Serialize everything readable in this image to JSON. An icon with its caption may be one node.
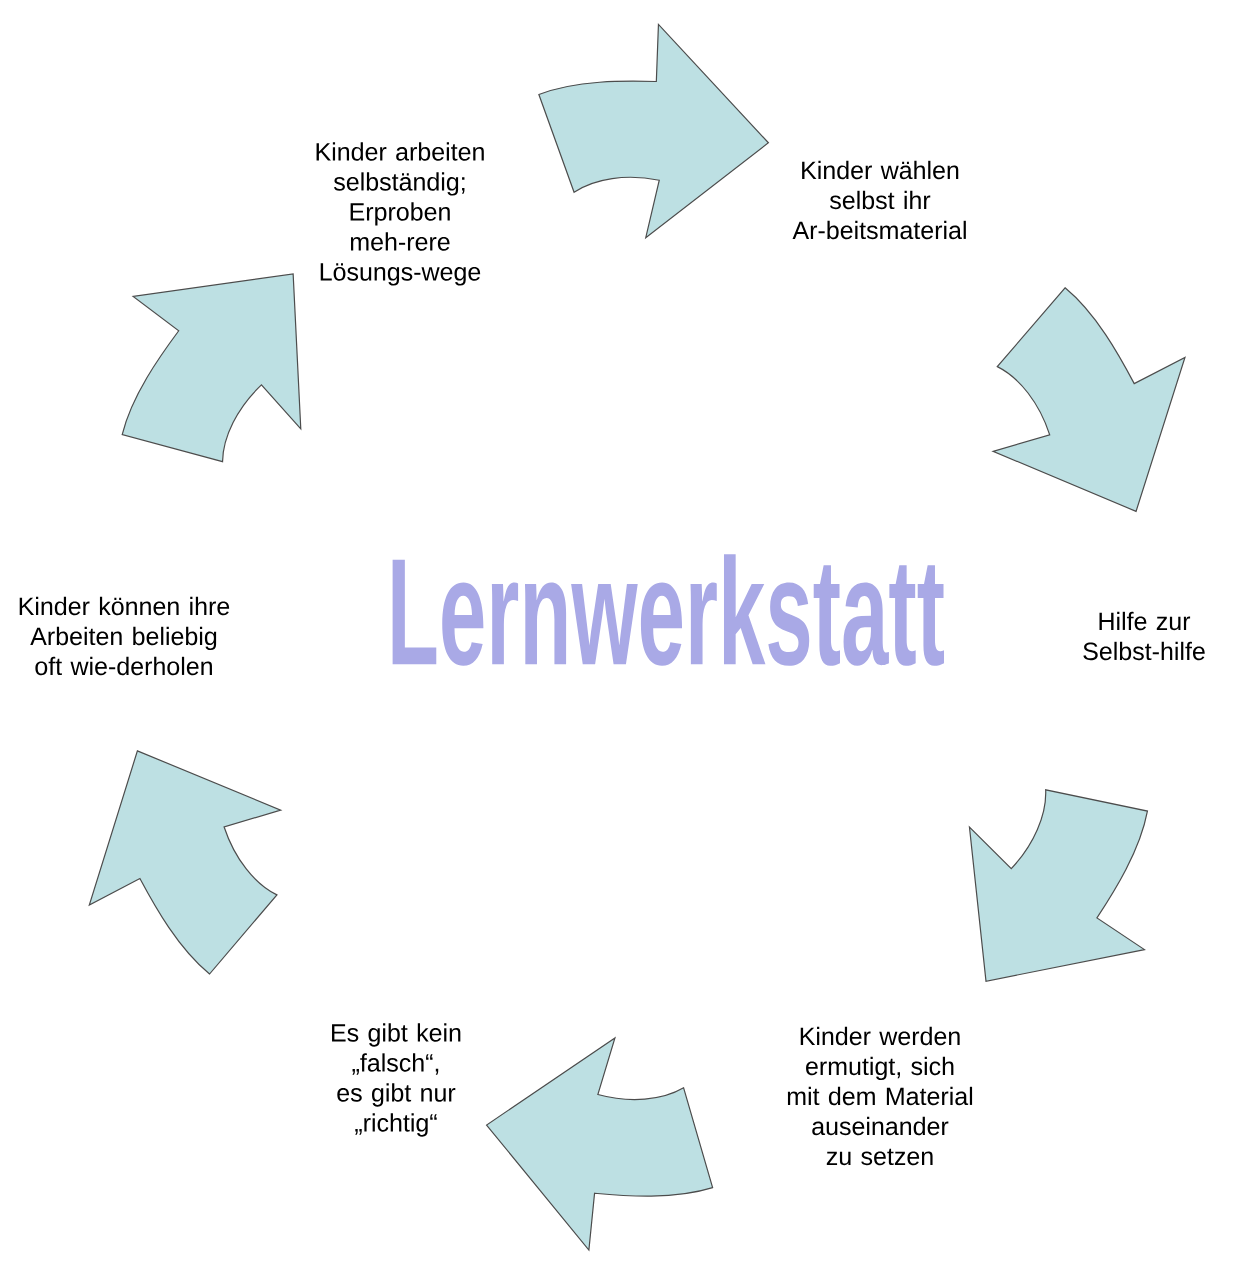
{
  "diagram": {
    "title": "Lernwerkstatt",
    "nodes": [
      {
        "text": [
          "Kinder arbeiten selbständig; Erproben meh-rere Lösungs-wege"
        ]
      },
      {
        "text": [
          "Kinder wählen selbst ihr Ar-beitsmaterial"
        ]
      },
      {
        "text": [
          "Hilfe zur Selbst-hilfe"
        ]
      },
      {
        "text": [
          "Kinder werden ermutigt, sich mit dem Material auseinander zu setzen"
        ]
      },
      {
        "text": [
          "Es gibt kein „falsch“, es gibt nur „richtig“"
        ]
      },
      {
        "text": [
          "Kinder können ihre Arbeiten beliebig oft wie-derholen"
        ]
      }
    ],
    "edges": [
      {
        "from": 0,
        "to": 1,
        "arrow": "to"
      },
      {
        "from": 1,
        "to": 2,
        "arrow": "to"
      },
      {
        "from": 2,
        "to": 3,
        "arrow": "to"
      },
      {
        "from": 3,
        "to": 4,
        "arrow": "to"
      },
      {
        "from": 4,
        "to": 5,
        "arrow": "to"
      },
      {
        "from": 5,
        "to": 0,
        "arrow": "to"
      }
    ]
  }
}
